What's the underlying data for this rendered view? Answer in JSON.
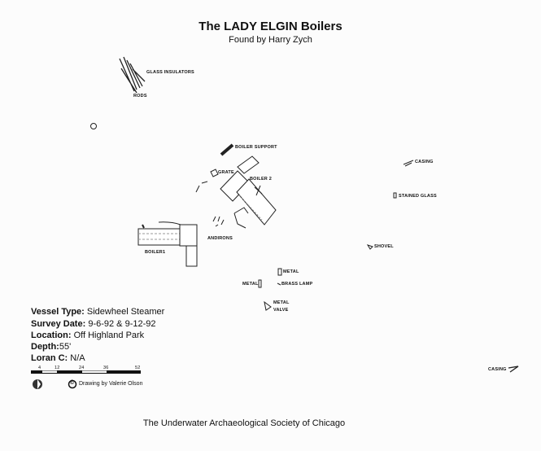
{
  "header": {
    "title": "The LADY ELGIN Boilers",
    "subtitle": "Found by Harry Zych"
  },
  "labels": {
    "glass_insulators": "GLASS INSULATORS",
    "rods": "RODS",
    "boiler_support": "BOILER SUPPORT",
    "grate": "GRATE",
    "boiler_2": "BOILER 2",
    "andirons": "ANDIRONS",
    "boiler_1": "BOILER1",
    "casing_1": "CASING",
    "stained_glass": "STAINED GLASS",
    "shovel": "SHOVEL",
    "metal_1": "METAL",
    "metal_2": "METAL",
    "brass_lamp": "BRASS LAMP",
    "metal_valve_1": "METAL",
    "metal_valve_2": "VALVE",
    "casing_2": "CASING"
  },
  "info": {
    "vessel_type_label": "Vessel Type:",
    "vessel_type": "Sidewheel Steamer",
    "survey_date_label": "Survey Date:",
    "survey_date": "9-6-92 & 9-12-92",
    "location_label": "Location:",
    "location": "Off Highland Park",
    "depth_label": "Depth:",
    "depth": "55'",
    "loran_label": "Loran C:",
    "loran": "N/A"
  },
  "scale": {
    "ticks": [
      "4",
      "12",
      "24",
      "36",
      "52"
    ]
  },
  "credit": "Drawing by Valerie Olson",
  "copyright_symbol": "©",
  "footer": "The Underwater Archaeological Society of Chicago"
}
